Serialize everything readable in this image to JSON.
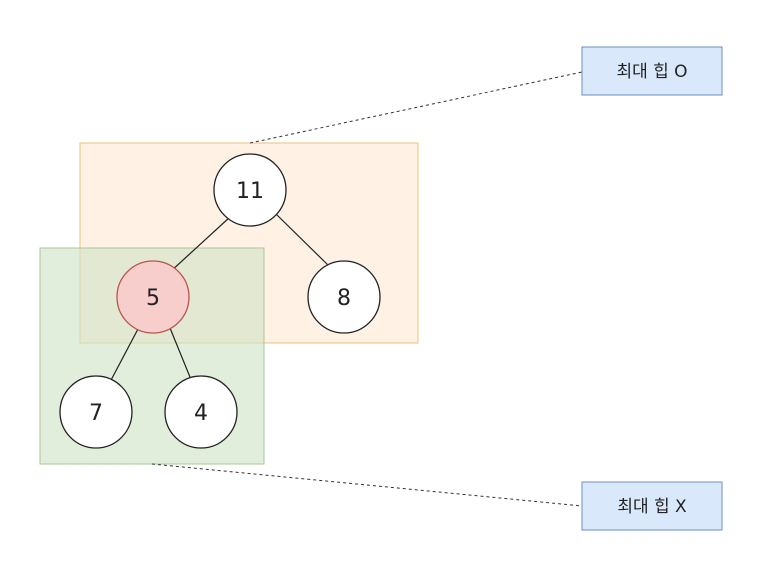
{
  "regions": {
    "upper": {
      "color": "#fff1e4",
      "border": "#e8c27a"
    },
    "lower": {
      "color": "#dce9d2",
      "border": "#a9c79a"
    }
  },
  "nodes": {
    "root": {
      "label": "11"
    },
    "left": {
      "label": "5",
      "highlight": true,
      "fill": "#f8cecc",
      "stroke": "#b85450"
    },
    "right": {
      "label": "8"
    },
    "left_left": {
      "label": "7"
    },
    "left_right": {
      "label": "4"
    }
  },
  "callouts": {
    "valid": {
      "label": "최대 힙 O",
      "fill": "#dae8fc",
      "stroke": "#6c8ebf"
    },
    "invalid": {
      "label": "최대 힙 X",
      "fill": "#dae8fc",
      "stroke": "#6c8ebf"
    }
  }
}
